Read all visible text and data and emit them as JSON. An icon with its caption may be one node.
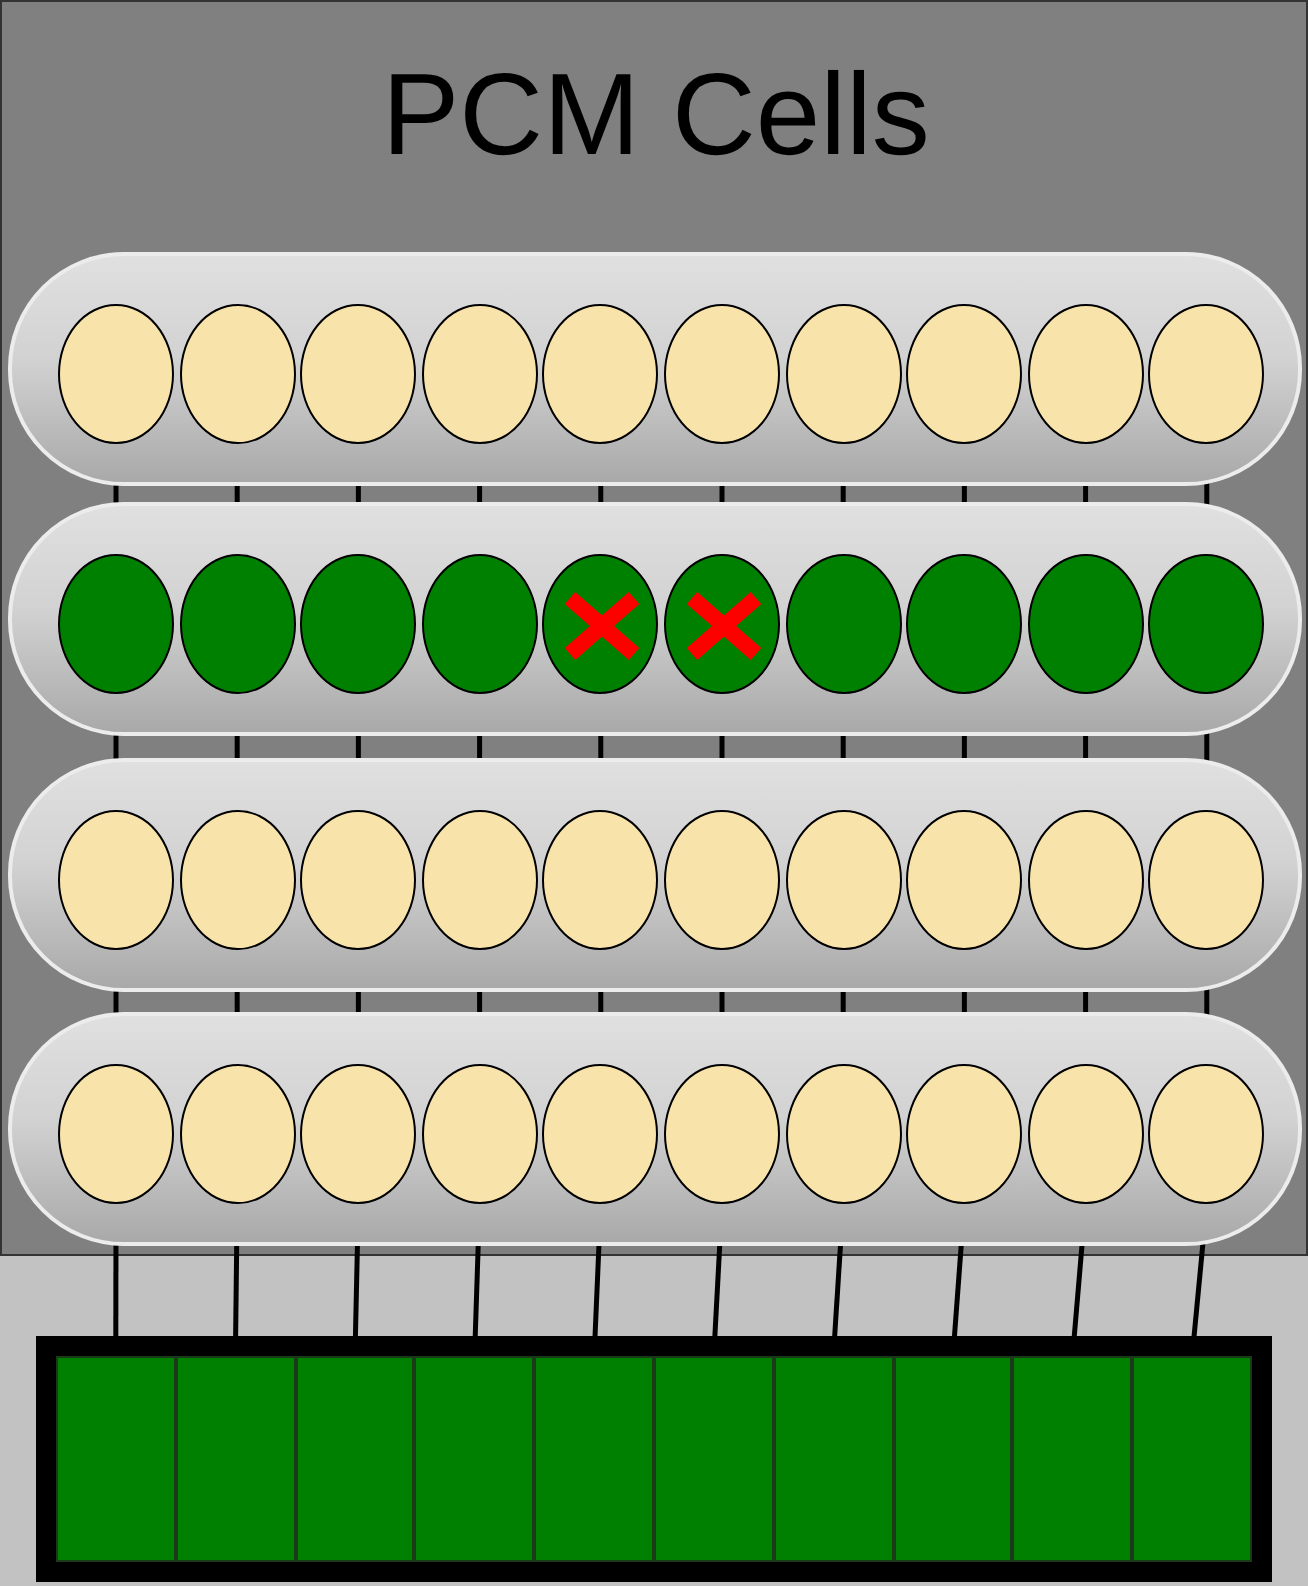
{
  "diagram": {
    "nodes": [
      {
        "text": [
          "PCM Cells"
        ]
      },
      {
        "text": [],
        "shape": "box",
        "in": 0
      },
      {
        "text": [],
        "shape": "ellipse",
        "in": 1
      },
      {
        "text": [],
        "shape": "ellipse",
        "in": 1
      },
      {
        "text": [],
        "shape": "ellipse",
        "in": 1
      },
      {
        "text": [],
        "shape": "ellipse",
        "in": 1
      },
      {
        "text": [],
        "shape": "ellipse",
        "in": 1
      },
      {
        "text": [],
        "shape": "ellipse",
        "in": 1
      },
      {
        "text": [],
        "shape": "ellipse",
        "in": 1
      },
      {
        "text": [],
        "shape": "ellipse",
        "in": 1
      },
      {
        "text": [],
        "shape": "ellipse",
        "in": 1
      },
      {
        "text": [],
        "shape": "ellipse",
        "in": 1
      },
      {
        "text": [],
        "shape": "box",
        "in": 0
      },
      {
        "text": [],
        "shape": "ellipse",
        "in": 12
      },
      {
        "text": [],
        "shape": "ellipse",
        "in": 12
      },
      {
        "text": [],
        "shape": "ellipse",
        "in": 12
      },
      {
        "text": [],
        "shape": "ellipse",
        "in": 12
      },
      {
        "text": [],
        "shape": "ellipse",
        "in": 12
      },
      {
        "text": [],
        "shape": "ellipse",
        "in": 12
      },
      {
        "text": [],
        "shape": "ellipse",
        "in": 12
      },
      {
        "text": [],
        "shape": "ellipse",
        "in": 12
      },
      {
        "text": [],
        "shape": "ellipse",
        "in": 12
      },
      {
        "text": [],
        "shape": "ellipse",
        "in": 12
      },
      {
        "text": [],
        "shape": "box",
        "in": 0
      },
      {
        "text": [],
        "shape": "ellipse",
        "in": 23
      },
      {
        "text": [],
        "shape": "ellipse",
        "in": 23
      },
      {
        "text": [],
        "shape": "ellipse",
        "in": 23
      },
      {
        "text": [],
        "shape": "ellipse",
        "in": 23
      },
      {
        "text": [],
        "shape": "ellipse",
        "in": 23
      },
      {
        "text": [],
        "shape": "ellipse",
        "in": 23
      },
      {
        "text": [],
        "shape": "ellipse",
        "in": 23
      },
      {
        "text": [],
        "shape": "ellipse",
        "in": 23
      },
      {
        "text": [],
        "shape": "ellipse",
        "in": 23
      },
      {
        "text": [],
        "shape": "ellipse",
        "in": 23
      },
      {
        "text": [],
        "shape": "box",
        "in": 0
      },
      {
        "text": [],
        "shape": "ellipse",
        "in": 34
      },
      {
        "text": [],
        "shape": "ellipse",
        "in": 34
      },
      {
        "text": [],
        "shape": "ellipse",
        "in": 34
      },
      {
        "text": [],
        "shape": "ellipse",
        "in": 34
      },
      {
        "text": [],
        "shape": "ellipse",
        "in": 34
      },
      {
        "text": [],
        "shape": "ellipse",
        "in": 34
      },
      {
        "text": [],
        "shape": "ellipse",
        "in": 34
      },
      {
        "text": [],
        "shape": "ellipse",
        "in": 34
      },
      {
        "text": [],
        "shape": "ellipse",
        "in": 34
      },
      {
        "text": [],
        "shape": "ellipse",
        "in": 34
      },
      {
        "text": [],
        "shape": "box"
      },
      {
        "text": [],
        "shape": "box",
        "in": 45
      },
      {
        "text": [],
        "shape": "box",
        "in": 45
      },
      {
        "text": [],
        "shape": "box",
        "in": 45
      },
      {
        "text": [],
        "shape": "box",
        "in": 45
      },
      {
        "text": [],
        "shape": "box",
        "in": 45
      },
      {
        "text": [],
        "shape": "box",
        "in": 45
      },
      {
        "text": [],
        "shape": "box",
        "in": 45
      },
      {
        "text": [],
        "shape": "box",
        "in": 45
      },
      {
        "text": [],
        "shape": "box",
        "in": 45
      },
      {
        "text": [],
        "shape": "box",
        "in": 45
      }
    ],
    "edges": [
      {
        "from": 2,
        "to": 13,
        "arrow": "none"
      },
      {
        "from": 3,
        "to": 14,
        "arrow": "none"
      },
      {
        "from": 4,
        "to": 15,
        "arrow": "none"
      },
      {
        "from": 5,
        "to": 16,
        "arrow": "none"
      },
      {
        "from": 6,
        "to": 17,
        "arrow": "none"
      },
      {
        "from": 7,
        "to": 18,
        "arrow": "none"
      },
      {
        "from": 8,
        "to": 19,
        "arrow": "none"
      },
      {
        "from": 9,
        "to": 20,
        "arrow": "none"
      },
      {
        "from": 10,
        "to": 21,
        "arrow": "none"
      },
      {
        "from": 11,
        "to": 22,
        "arrow": "none"
      },
      {
        "from": 13,
        "to": 24,
        "arrow": "none"
      },
      {
        "from": 14,
        "to": 25,
        "arrow": "none"
      },
      {
        "from": 15,
        "to": 26,
        "arrow": "none"
      },
      {
        "from": 16,
        "to": 27,
        "arrow": "none"
      },
      {
        "from": 17,
        "to": 28,
        "arrow": "none"
      },
      {
        "from": 18,
        "to": 29,
        "arrow": "none"
      },
      {
        "from": 19,
        "to": 30,
        "arrow": "none"
      },
      {
        "from": 20,
        "to": 31,
        "arrow": "none"
      },
      {
        "from": 21,
        "to": 32,
        "arrow": "none"
      },
      {
        "from": 22,
        "to": 33,
        "arrow": "none"
      },
      {
        "from": 24,
        "to": 35,
        "arrow": "none"
      },
      {
        "from": 25,
        "to": 36,
        "arrow": "none"
      },
      {
        "from": 26,
        "to": 37,
        "arrow": "none"
      },
      {
        "from": 27,
        "to": 38,
        "arrow": "none"
      },
      {
        "from": 28,
        "to": 39,
        "arrow": "none"
      },
      {
        "from": 29,
        "to": 40,
        "arrow": "none"
      },
      {
        "from": 30,
        "to": 41,
        "arrow": "none"
      },
      {
        "from": 31,
        "to": 42,
        "arrow": "none"
      },
      {
        "from": 32,
        "to": 43,
        "arrow": "none"
      },
      {
        "from": 33,
        "to": 44,
        "arrow": "none"
      },
      {
        "from": 35,
        "to": 46,
        "arrow": "none"
      },
      {
        "from": 36,
        "to": 47,
        "arrow": "none"
      },
      {
        "from": 37,
        "to": 48,
        "arrow": "none"
      },
      {
        "from": 38,
        "to": 49,
        "arrow": "none"
      },
      {
        "from": 39,
        "to": 50,
        "arrow": "none"
      },
      {
        "from": 40,
        "to": 51,
        "arrow": "none"
      },
      {
        "from": 41,
        "to": 52,
        "arrow": "none"
      },
      {
        "from": 42,
        "to": 53,
        "arrow": "none"
      },
      {
        "from": 43,
        "to": 54,
        "arrow": "none"
      },
      {
        "from": 44,
        "to": 55,
        "arrow": "none"
      }
    ]
  }
}
